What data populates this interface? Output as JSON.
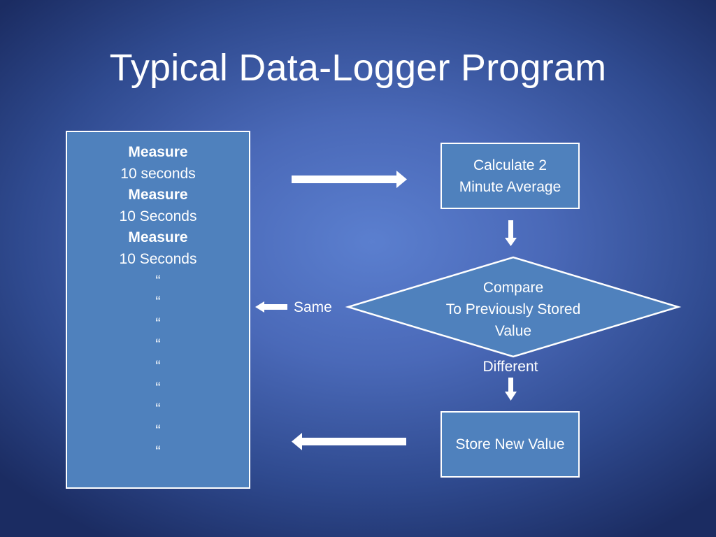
{
  "slide": {
    "title": "Typical Data-Logger Program"
  },
  "log_box": {
    "lines": [
      {
        "text": "Measure",
        "bold": true
      },
      {
        "text": "10 seconds",
        "bold": false
      },
      {
        "text": "Measure",
        "bold": true
      },
      {
        "text": "10 Seconds",
        "bold": false
      },
      {
        "text": "Measure",
        "bold": true
      },
      {
        "text": "10 Seconds",
        "bold": false
      },
      {
        "text": "“",
        "bold": false
      },
      {
        "text": "“",
        "bold": false
      },
      {
        "text": "“",
        "bold": false
      },
      {
        "text": "“",
        "bold": false
      },
      {
        "text": "“",
        "bold": false
      },
      {
        "text": "“",
        "bold": false
      },
      {
        "text": "“",
        "bold": false
      },
      {
        "text": "“",
        "bold": false
      },
      {
        "text": "“",
        "bold": false
      }
    ]
  },
  "flow": {
    "calculate_line1": "Calculate 2",
    "calculate_line2": "Minute Average",
    "compare_line1": "Compare",
    "compare_line2": "To Previously Stored",
    "compare_line3": "Value",
    "same_label": "Same",
    "different_label": "Different",
    "store_label": "Store New Value"
  },
  "colors": {
    "box_fill": "#4f81bd",
    "outline": "#ffffff",
    "background_center": "#5b7fcf",
    "background_edge": "#1b2c62"
  }
}
